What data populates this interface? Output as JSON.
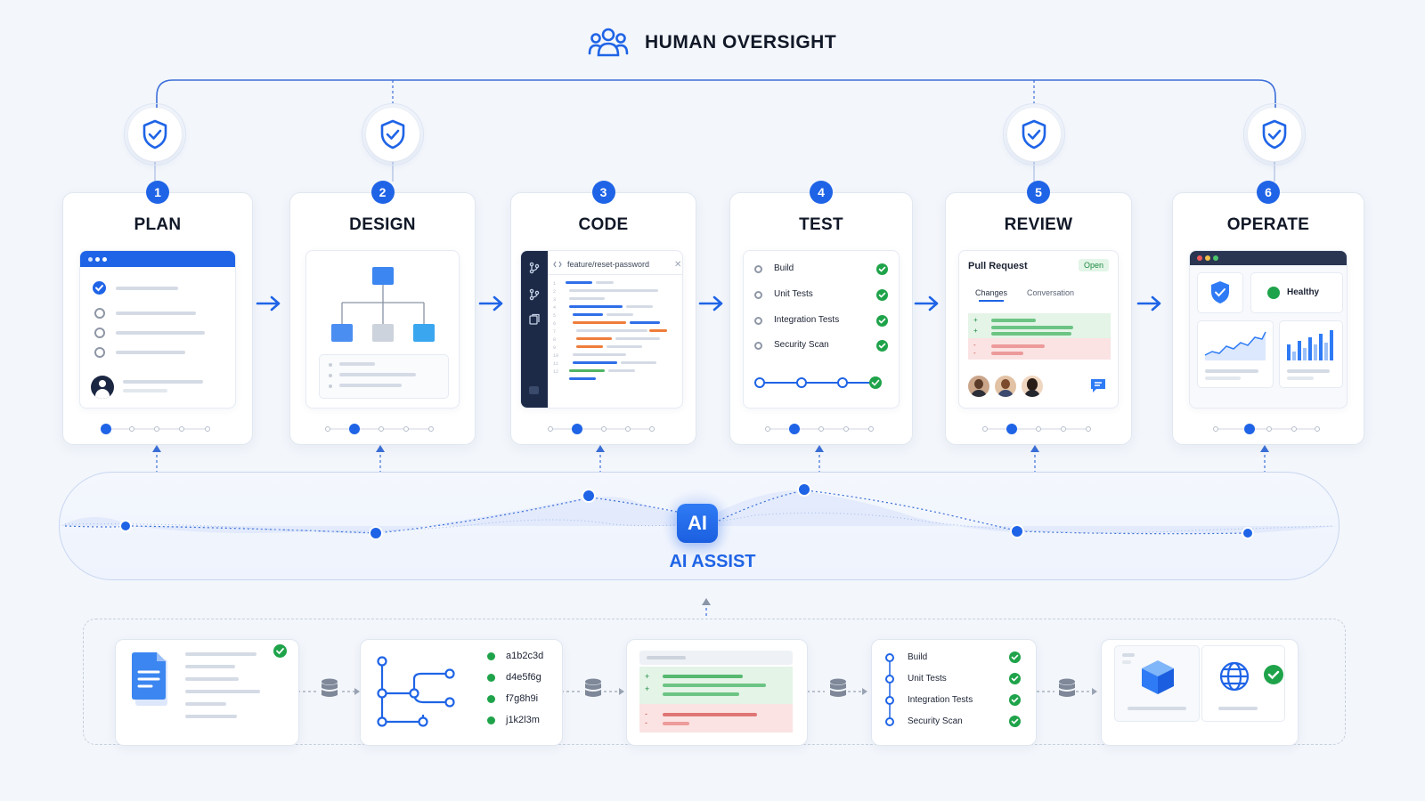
{
  "header": {
    "title": "HUMAN OVERSIGHT"
  },
  "colors": {
    "accent": "#1f64e6",
    "success": "#1fa34a",
    "danger": "#e05252"
  },
  "stages": [
    {
      "num": "1",
      "title": "PLAN"
    },
    {
      "num": "2",
      "title": "DESIGN"
    },
    {
      "num": "3",
      "title": "CODE",
      "branch": "feature/reset-password"
    },
    {
      "num": "4",
      "title": "TEST",
      "checks": [
        "Build",
        "Unit Tests",
        "Integration Tests",
        "Security Scan"
      ]
    },
    {
      "num": "5",
      "title": "REVIEW",
      "pr_title": "Pull Request",
      "pr_status": "Open",
      "tabs": [
        "Changes",
        "Conversation"
      ]
    },
    {
      "num": "6",
      "title": "OPERATE",
      "health": "Healthy"
    }
  ],
  "ai": {
    "badge": "AI",
    "label": "AI ASSIST"
  },
  "bottom": {
    "commits": [
      "a1b2c3d",
      "d4e5f6g",
      "f7g8h9i",
      "j1k2l3m"
    ],
    "checks": [
      "Build",
      "Unit Tests",
      "Integration Tests",
      "Security Scan"
    ]
  },
  "icons": [
    "people-icon",
    "shield-check-icon",
    "arrow-right-icon",
    "check-icon",
    "document-icon",
    "git-branch-icon",
    "database-icon",
    "cube-icon",
    "globe-icon",
    "chat-icon",
    "user-icon"
  ]
}
